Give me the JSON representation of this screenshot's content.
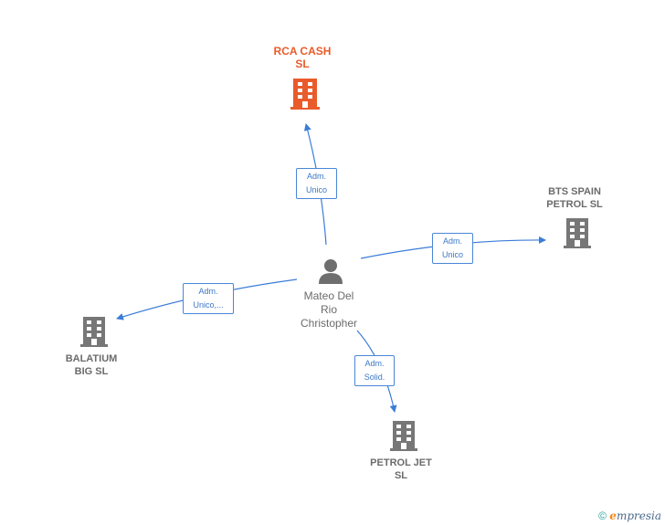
{
  "colors": {
    "edge": "#3b7dd8",
    "company_icon": "#777777",
    "main_company_icon": "#e95b2a",
    "person_icon": "#6e6e6e"
  },
  "nodes": {
    "main": {
      "label": "RCA CASH\nSL",
      "icon": "building-icon"
    },
    "person": {
      "label": "Mateo Del\nRio\nChristopher",
      "icon": "person-icon"
    },
    "bts": {
      "label": "BTS SPAIN\nPETROL  SL",
      "icon": "building-icon"
    },
    "balatium": {
      "label": "BALATIUM\nBIG  SL",
      "icon": "building-icon"
    },
    "petrol_jet": {
      "label": "PETROL JET\nSL",
      "icon": "building-icon"
    }
  },
  "edges": {
    "to_main": {
      "label": "Adm.\nUnico"
    },
    "to_bts": {
      "label": "Adm.\nUnico"
    },
    "to_balatium": {
      "label": "Adm.\nUnico,..."
    },
    "to_petrol_jet": {
      "label": "Adm.\nSolid."
    }
  },
  "footer": {
    "copyright": "©",
    "brand_initial": "e",
    "brand_rest": "mpresia"
  }
}
